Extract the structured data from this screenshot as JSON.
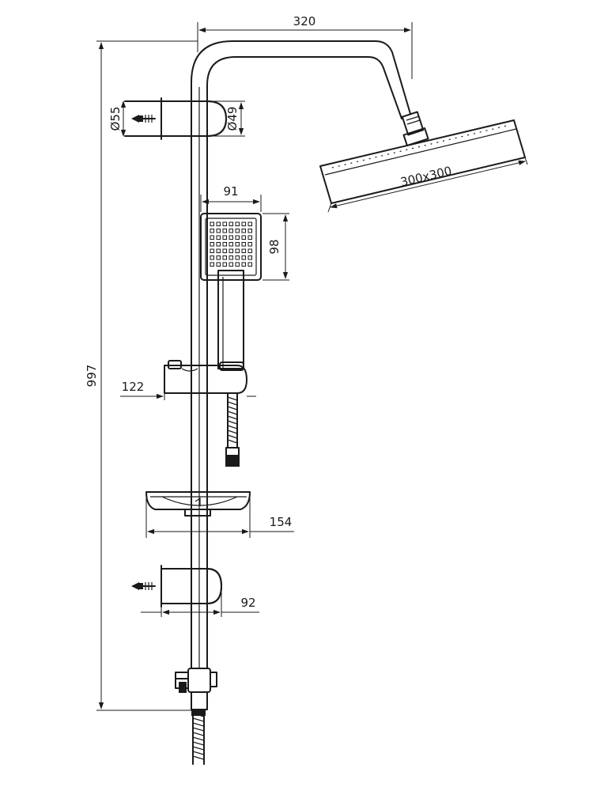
{
  "dimensions": {
    "arm_reach": "320",
    "wall_bracket_outer": "Ø55",
    "wall_bracket_inner": "Ø49",
    "hand_shower_width": "91",
    "hand_shower_height": "98",
    "slider_offset": "122",
    "soap_dish_width": "154",
    "lower_bracket_depth": "92",
    "total_height": "997",
    "head_shower_size": "300x300"
  },
  "icons": {
    "wall_plug_top": "wall-plug-icon",
    "wall_plug_bottom": "wall-plug-icon"
  }
}
